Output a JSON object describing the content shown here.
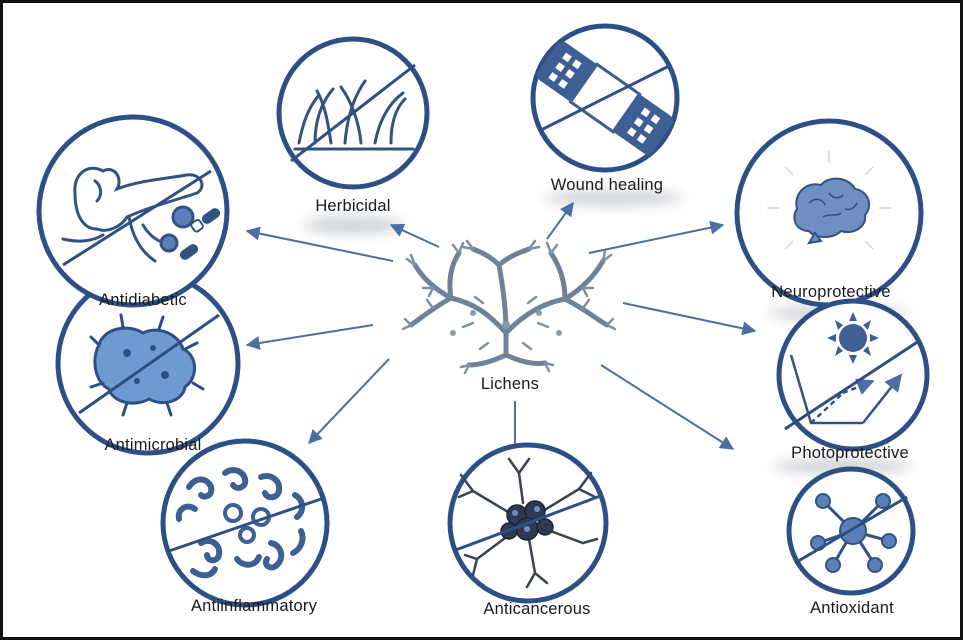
{
  "colors": {
    "circle": "#2e4f86",
    "icon_fill": "#5b7fb8",
    "icon_dark": "#34527f",
    "arrow": "#4a6fa5",
    "lichen": "#6f8297"
  },
  "center": {
    "label": "Lichens",
    "icon": "lichen-thallus-icon"
  },
  "activities": [
    {
      "id": "herbicidal",
      "label": "Herbicidal",
      "icon": "grass-icon"
    },
    {
      "id": "wound-healing",
      "label": "Wound healing",
      "icon": "bandage-icon"
    },
    {
      "id": "neuroprotective",
      "label": "Neuroprotective",
      "icon": "brain-icon"
    },
    {
      "id": "photoprotective",
      "label": "Photoprotective",
      "icon": "sun-reflection-icon"
    },
    {
      "id": "antioxidant",
      "label": "Antioxidant",
      "icon": "molecule-icon"
    },
    {
      "id": "anticancerous",
      "label": "Anticancerous",
      "icon": "cancer-cell-icon"
    },
    {
      "id": "antiinflammatory",
      "label": "Antiinflammatory",
      "icon": "inflamed-tissue-icon"
    },
    {
      "id": "antimicrobial",
      "label": "Antimicrobial",
      "icon": "microbe-icon"
    },
    {
      "id": "antidiabetic",
      "label": "Antidiabetic",
      "icon": "pancreas-pills-icon"
    }
  ]
}
